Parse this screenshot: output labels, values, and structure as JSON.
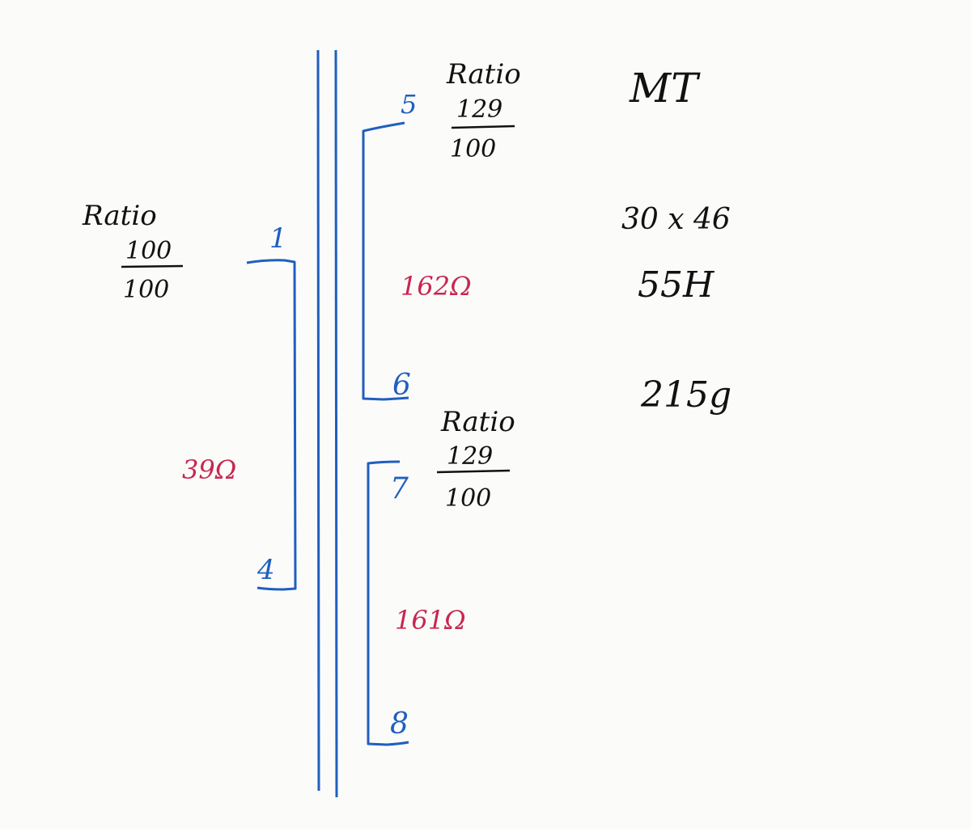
{
  "colors": {
    "paper": "#fbfbfa",
    "wire": "#1f5fbf",
    "pin_label": "#1f5fbf",
    "resistance": "#c9264f",
    "text": "#111111"
  },
  "primary": {
    "ratio_label": "Ratio",
    "ratio_numerator": "100",
    "ratio_denominator": "100",
    "pin_start": "1",
    "pin_end": "4",
    "resistance": "39Ω"
  },
  "secondary_upper": {
    "ratio_label": "Ratio",
    "ratio_numerator": "129",
    "ratio_denominator": "100",
    "pin_start": "5",
    "pin_end": "6",
    "resistance": "162Ω"
  },
  "secondary_lower": {
    "ratio_label": "Ratio",
    "ratio_numerator": "129",
    "ratio_denominator": "100",
    "pin_start": "7",
    "pin_end": "8",
    "resistance": "161Ω"
  },
  "specs": {
    "type": "MT",
    "core_size": "30 x 46",
    "inductance": "55H",
    "weight": "215g"
  }
}
